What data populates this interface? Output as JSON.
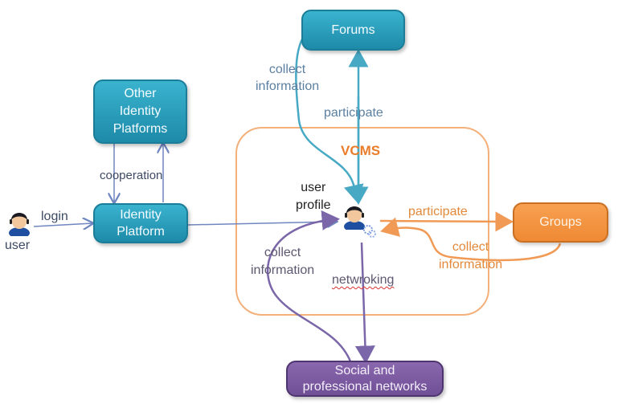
{
  "nodes": {
    "forums": "Forums",
    "other_identity_platforms": [
      "Other",
      "Identity",
      "Platforms"
    ],
    "identity_platform": [
      "Identity",
      "Platform"
    ],
    "groups": "Groups",
    "social_networks": [
      "Social and",
      "professional networks"
    ],
    "vcms": "VCMS"
  },
  "labels": {
    "user": "user",
    "login": "login",
    "cooperation": "cooperation",
    "user_profile": [
      "user",
      "profile"
    ],
    "forums_collect": [
      "collect",
      "information"
    ],
    "forums_participate": "participate",
    "groups_participate": "participate",
    "groups_collect": [
      "collect",
      "information"
    ],
    "social_collect": [
      "collect",
      "information"
    ],
    "networking": "netwroking"
  },
  "colors": {
    "teal": "#3ab3cf",
    "orange": "#f29340",
    "purple": "#7a5aa0",
    "vcms_border": "#f0a060",
    "blue_arrow": "#6f86c0"
  },
  "icons": {
    "user": "person-avatar-icon",
    "user_profile": "person-avatar-icon",
    "settings": "gear-cluster-icon"
  }
}
